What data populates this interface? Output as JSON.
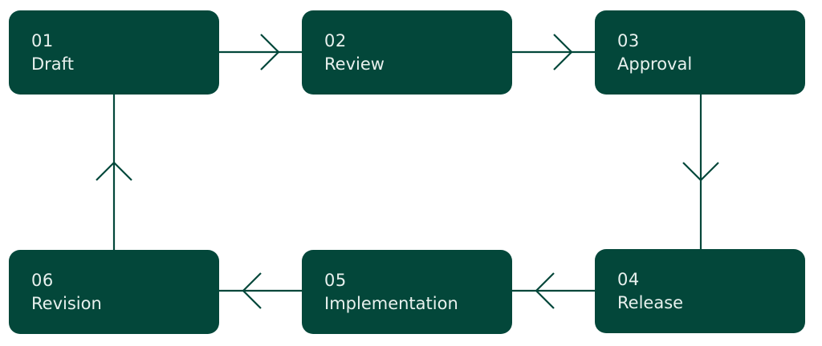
{
  "diagram": {
    "colors": {
      "box_fill": "#03473A",
      "connector": "#03473A",
      "text": "#E8F1EE",
      "background": "#FFFFFF"
    },
    "steps": [
      {
        "number": "01",
        "label": "Draft"
      },
      {
        "number": "02",
        "label": "Review"
      },
      {
        "number": "03",
        "label": "Approval"
      },
      {
        "number": "04",
        "label": "Release"
      },
      {
        "number": "05",
        "label": "Implementation"
      },
      {
        "number": "06",
        "label": "Revision"
      }
    ],
    "flow": [
      {
        "from": "01",
        "to": "02",
        "arrow": "right-chevron"
      },
      {
        "from": "02",
        "to": "03",
        "arrow": "right-chevron"
      },
      {
        "from": "03",
        "to": "04",
        "arrow": "down-chevron"
      },
      {
        "from": "04",
        "to": "05",
        "arrow": "left-chevron"
      },
      {
        "from": "05",
        "to": "06",
        "arrow": "left-chevron"
      },
      {
        "from": "06",
        "to": "01",
        "arrow": "up-chevron"
      }
    ]
  }
}
